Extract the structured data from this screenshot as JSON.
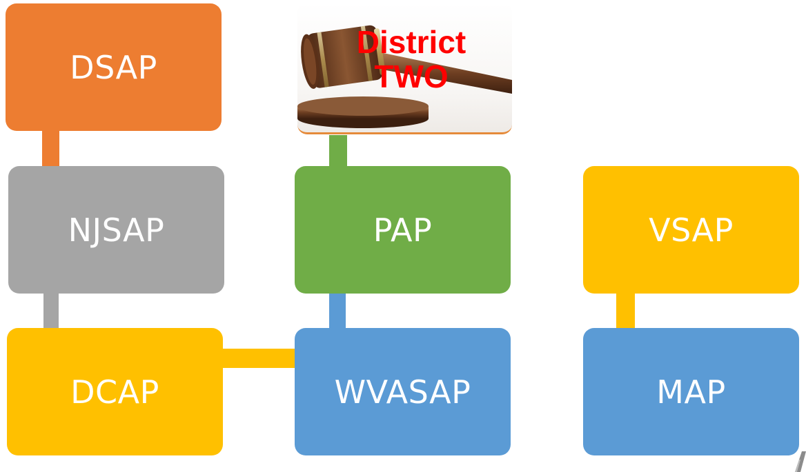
{
  "title": {
    "line1": "District",
    "line2": "TWO",
    "color": "#ff0000"
  },
  "nodes": {
    "dsap": {
      "label": "DSAP",
      "color": "#ed7d31"
    },
    "njsap": {
      "label": "NJSAP",
      "color": "#a5a5a5"
    },
    "dcap": {
      "label": "DCAP",
      "color": "#ffc000"
    },
    "pap": {
      "label": "PAP",
      "color": "#70ad47"
    },
    "wvasap": {
      "label": "WVASAP",
      "color": "#5b9bd5"
    },
    "vsap": {
      "label": "VSAP",
      "color": "#ffc000"
    },
    "map": {
      "label": "MAP",
      "color": "#5b9bd5"
    }
  },
  "connectors": [
    {
      "from": "dsap",
      "to": "njsap",
      "color": "#ed7d31"
    },
    {
      "from": "njsap",
      "to": "dcap",
      "color": "#a5a5a5"
    },
    {
      "from": "dcap",
      "to": "wvasap",
      "color": "#ffc000"
    },
    {
      "from": "title",
      "to": "pap",
      "color": "#70ad47"
    },
    {
      "from": "pap",
      "to": "wvasap",
      "color": "#5b9bd5"
    },
    {
      "from": "vsap",
      "to": "map",
      "color": "#ffc000"
    }
  ]
}
